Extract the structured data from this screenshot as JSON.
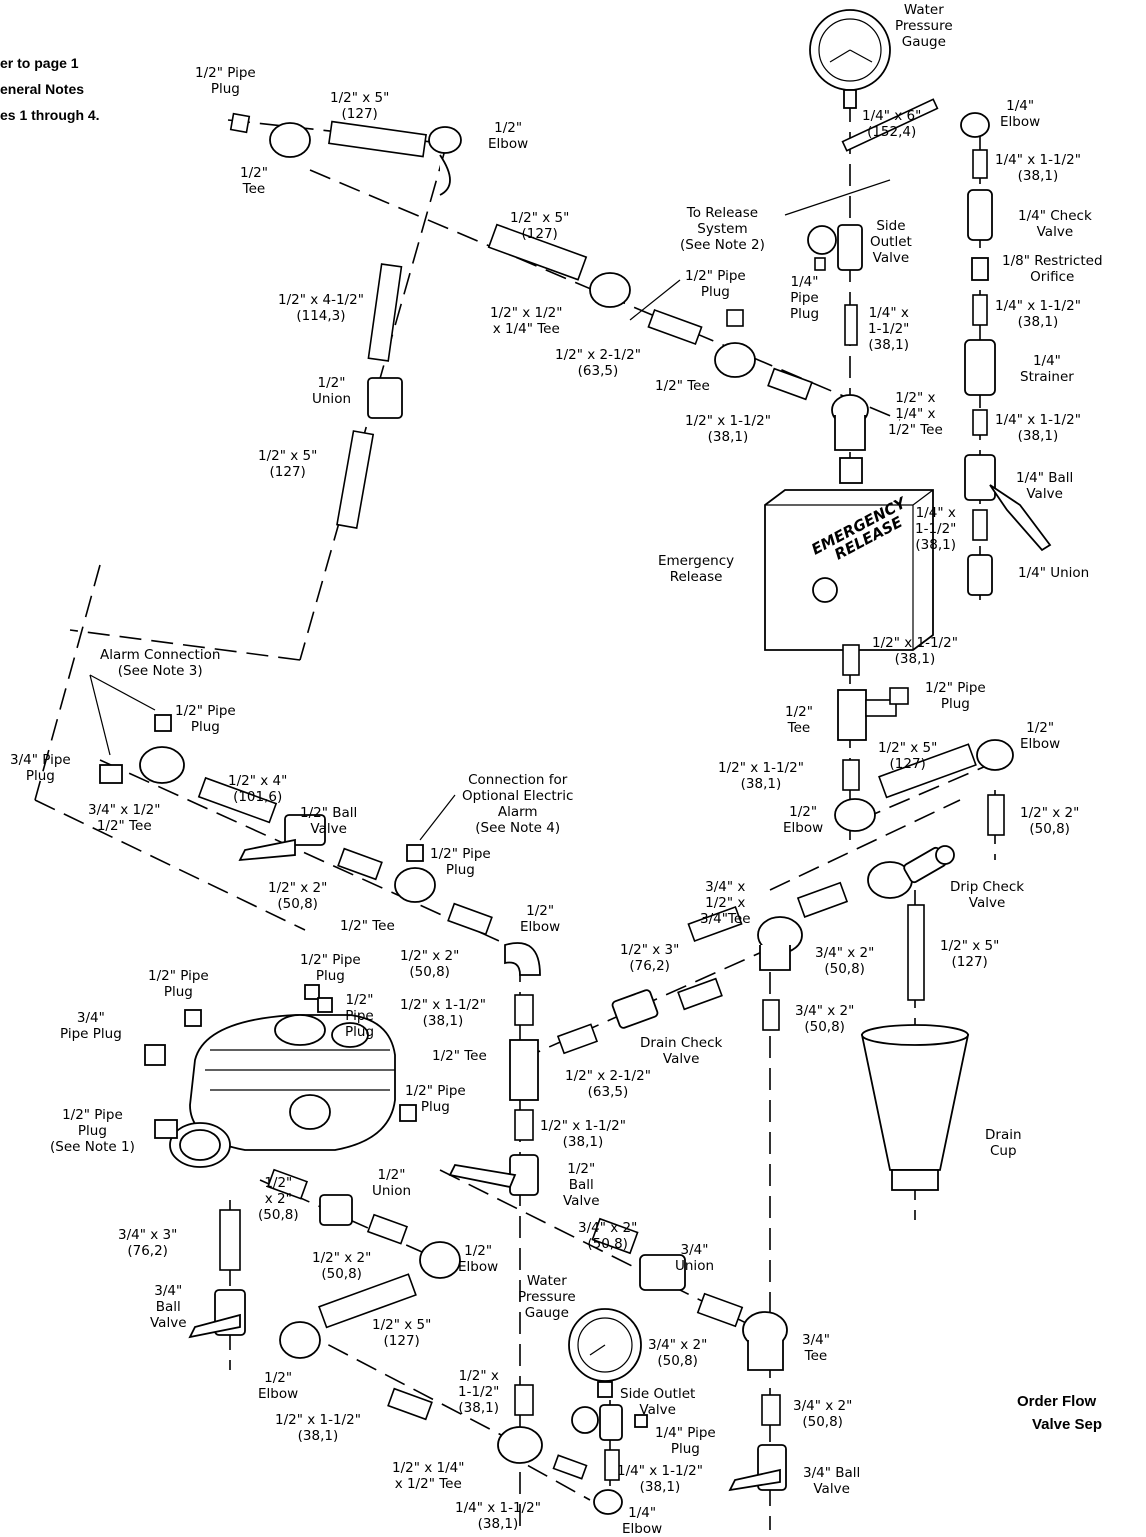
{
  "notes": {
    "general": [
      "er to page 1",
      "eneral Notes",
      "es 1 through 4."
    ],
    "caption": [
      "Order Flow",
      "Valve Sep"
    ],
    "box_text": [
      "EMERGENCY",
      "RELEASE"
    ]
  },
  "labels": {
    "water_gauge_top": [
      "Water",
      "Pressure",
      "Gauge"
    ],
    "pipe_plug_top": [
      "1/2\" Pipe",
      "Plug"
    ],
    "pipe_5_top": [
      "1/2\" x 5\"",
      "(127)"
    ],
    "elbow_top": [
      "1/2\"",
      "Elbow"
    ],
    "tee_top": [
      "1/2\"",
      "Tee"
    ],
    "pipe_6": [
      "1/4\" x 6\"",
      "(152,4)"
    ],
    "elbow_quarter_top": [
      "1/4\"",
      "Elbow"
    ],
    "pipe_q112_a": [
      "1/4\" x 1-1/2\"",
      "(38,1)"
    ],
    "check_valve": [
      "1/4\" Check",
      "Valve"
    ],
    "restricted_orifice": [
      "1/8\" Restricted",
      "Orifice"
    ],
    "pipe_q112_b": [
      "1/4\" x 1-1/2\"",
      "(38,1)"
    ],
    "strainer": [
      "1/4\"",
      "Strainer"
    ],
    "pipe_q112_c": [
      "1/4\" x 1-1/2\"",
      "(38,1)"
    ],
    "ball_valve_q": [
      "1/4\" Ball",
      "Valve"
    ],
    "pipe_q112_d": [
      "1/4\" x",
      "1-1/2\"",
      "(38,1)"
    ],
    "union_q": [
      "1/4\" Union"
    ],
    "to_release": [
      "To Release",
      "System",
      "(See Note 2)"
    ],
    "side_outlet_top": [
      "Side",
      "Outlet",
      "Valve"
    ],
    "pipe_5_mid": [
      "1/2\" x 5\"",
      "(127)"
    ],
    "pipe_plug_mid": [
      "1/2\" Pipe",
      "Plug"
    ],
    "quarter_plug": [
      "1/4\"",
      "Pipe",
      "Plug"
    ],
    "pipe_q112_e": [
      "1/4\" x",
      "1-1/2\"",
      "(38,1)"
    ],
    "tee_half_quarter": [
      "1/2\" x 1/2\"",
      "x 1/4\" Tee"
    ],
    "pipe_2_5": [
      "1/2\" x 2-1/2\"",
      "(63,5)"
    ],
    "tee_half_mid": [
      "1/2\" Tee"
    ],
    "pipe_112_a": [
      "1/2\" x 1-1/2\"",
      "(38,1)"
    ],
    "tee_hqh": [
      "1/2\" x",
      "1/4\" x",
      "1/2\" Tee"
    ],
    "pipe_4_5": [
      "1/2\" x 4-1/2\"",
      "(114,3)"
    ],
    "union_h": [
      "1/2\"",
      "Union"
    ],
    "pipe_5_left": [
      "1/2\" x 5\"",
      "(127)"
    ],
    "emergency_release": [
      "Emergency",
      "Release"
    ],
    "pipe_112_b": [
      "1/2\" x 1-1/2\"",
      "(38,1)"
    ],
    "tee_right": [
      "1/2\"",
      "Tee"
    ],
    "pipe_plug_right": [
      "1/2\" Pipe",
      "Plug"
    ],
    "pipe_5_right": [
      "1/2\" x 5\"",
      "(127)"
    ],
    "elbow_right": [
      "1/2\"",
      "Elbow"
    ],
    "pipe_112_c": [
      "1/2\" x 1-1/2\"",
      "(38,1)"
    ],
    "elbow_right_low": [
      "1/2\"",
      "Elbow"
    ],
    "pipe_2_right": [
      "1/2\" x 2\"",
      "(50,8)"
    ],
    "alarm_connection": [
      "Alarm Connection",
      "(See Note 3)"
    ],
    "pipe_plug_alarm": [
      "1/2\" Pipe",
      "Plug"
    ],
    "plug_34_left": [
      "3/4\" Pipe",
      "Plug"
    ],
    "pipe_4": [
      "1/2\" x 4\"",
      "(101,6)"
    ],
    "tee_34": [
      "3/4\" x 1/2\"",
      "1/2\" Tee"
    ],
    "ball_valve_h": [
      "1/2\" Ball",
      "Valve"
    ],
    "optional_alarm": [
      "Connection for",
      "Optional Electric",
      "Alarm",
      "(See Note 4)"
    ],
    "pipe_plug_opt": [
      "1/2\" Pipe",
      "Plug"
    ],
    "pipe_2_a": [
      "1/2\" x 2\"",
      "(50,8)"
    ],
    "tee_half_b": [
      "1/2\" Tee"
    ],
    "elbow_mid": [
      "1/2\"",
      "Elbow"
    ],
    "tee_343": [
      "3/4\" x",
      "1/2\" x",
      "3/4\"Tee"
    ],
    "drip_check": [
      "Drip Check",
      "Valve"
    ],
    "pipe_34_2_a": [
      "3/4\" x 2\"",
      "(50,8)"
    ],
    "pipe_5_drain": [
      "1/2\" x 5\"",
      "(127)"
    ],
    "pipe_2_b": [
      "1/2\" x 2\"",
      "(50,8)"
    ],
    "pipe_3": [
      "1/2\" x 3\"",
      "(76,2)"
    ],
    "pipe_34_2_b": [
      "3/4\" x 2\"",
      "(50,8)"
    ],
    "pipe_112_d": [
      "1/2\" x 1-1/2\"",
      "(38,1)"
    ],
    "pipe_plug_v1": [
      "1/2\" Pipe",
      "Plug"
    ],
    "pipe_plug_v2": [
      "1/2\" Pipe",
      "Plug"
    ],
    "pipe_plug_v3": [
      "1/2\"",
      "Pipe",
      "Plug"
    ],
    "plug_34_v": [
      "3/4\"",
      "Pipe Plug"
    ],
    "tee_half_c": [
      "1/2\" Tee"
    ],
    "drain_check": [
      "Drain Check",
      "Valve"
    ],
    "pipe_2_5_b": [
      "1/2\" x 2-1/2\"",
      "(63,5)"
    ],
    "pipe_plug_v4": [
      "1/2\" Pipe",
      "Plug"
    ],
    "pipe_plug_note1": [
      "1/2\" Pipe",
      "Plug",
      "(See Note 1)"
    ],
    "pipe_112_e": [
      "1/2\" x 1-1/2\"",
      "(38,1)"
    ],
    "drain_cup": [
      "Drain",
      "Cup"
    ],
    "union_half_b": [
      "1/2\"",
      "Union"
    ],
    "ball_valve_half_b": [
      "1/2\"",
      "Ball",
      "Valve"
    ],
    "pipe_2_c": [
      "1/2\"",
      "x 2\"",
      "(50,8)"
    ],
    "pipe_34_3": [
      "3/4\" x 3\"",
      "(76,2)"
    ],
    "pipe_2_d": [
      "1/2\" x 2\"",
      "(50,8)"
    ],
    "elbow_low_mid": [
      "1/2\"",
      "Elbow"
    ],
    "pipe_34_2_c": [
      "3/4\" x 2\"",
      "(50,8)"
    ],
    "union_34": [
      "3/4\"",
      "Union"
    ],
    "ball_valve_34_left": [
      "3/4\"",
      "Ball",
      "Valve"
    ],
    "water_gauge_low": [
      "Water",
      "Pressure",
      "Gauge"
    ],
    "pipe_5_low": [
      "1/2\" x 5\"",
      "(127)"
    ],
    "pipe_34_2_d": [
      "3/4\" x 2\"",
      "(50,8)"
    ],
    "tee_34_low": [
      "3/4\"",
      "Tee"
    ],
    "elbow_low_left": [
      "1/2\"",
      "Elbow"
    ],
    "pipe_112_f": [
      "1/2\" x",
      "1-1/2\"",
      "(38,1)"
    ],
    "side_outlet_low": [
      "Side Outlet",
      "Valve"
    ],
    "pipe_34_2_e": [
      "3/4\" x 2\"",
      "(50,8)"
    ],
    "pipe_112_g": [
      "1/2\" x 1-1/2\"",
      "(38,1)"
    ],
    "quarter_plug_low": [
      "1/4\" Pipe",
      "Plug"
    ],
    "tee_low": [
      "1/2\" x 1/4\"",
      "x 1/2\" Tee"
    ],
    "pipe_q112_f": [
      "1/4\" x 1-1/2\"",
      "(38,1)"
    ],
    "ball_valve_34_right": [
      "3/4\" Ball",
      "Valve"
    ],
    "pipe_q112_g": [
      "1/4\" x 1-1/2\"",
      "(38,1)"
    ],
    "elbow_quarter_low": [
      "1/4\"",
      "Elbow"
    ]
  }
}
